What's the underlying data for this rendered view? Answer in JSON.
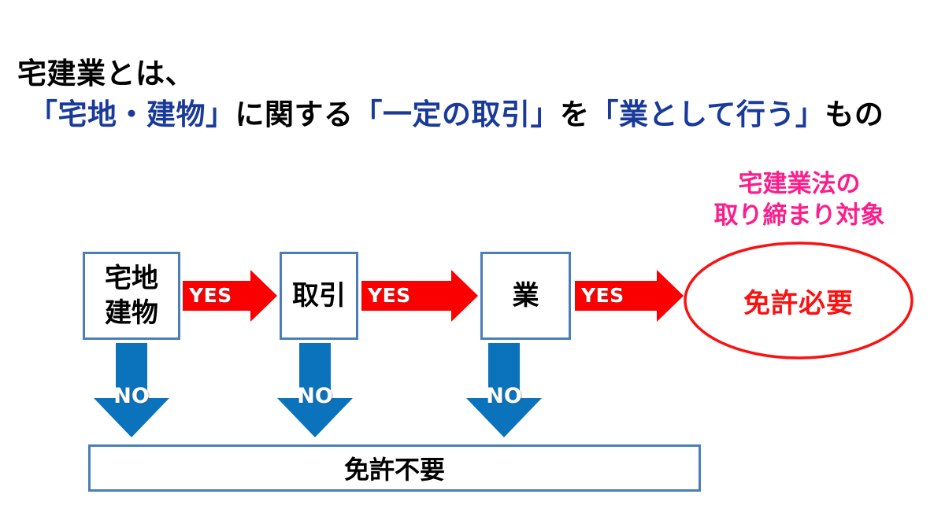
{
  "slide": {
    "background_color": "#ffffff",
    "title": {
      "line1_segments": [
        {
          "text": "宅建業とは、",
          "color": "#000000"
        }
      ],
      "line2_segments": [
        {
          "text": "「宅地・建物」",
          "color": "#1a3a99"
        },
        {
          "text": "に関する",
          "color": "#000000"
        },
        {
          "text": "「一定の取引」",
          "color": "#1a3a99"
        },
        {
          "text": "を",
          "color": "#000000"
        },
        {
          "text": "「業として行う」",
          "color": "#1a3a99"
        },
        {
          "text": "もの",
          "color": "#000000"
        }
      ],
      "line1_plain": "宅建業とは、",
      "line2_plain": "「宅地・建物」に関する「一定の取引」を「業として行う」もの"
    },
    "flow": {
      "decision_boxes": [
        {
          "id": "takuchi-tatemono",
          "label": "宅地\n建物",
          "border_color": "#4a7ebb"
        },
        {
          "id": "torihiki",
          "label": "取引",
          "border_color": "#4a7ebb"
        },
        {
          "id": "gyou",
          "label": "業",
          "border_color": "#4a7ebb"
        }
      ],
      "yes_arrows": [
        {
          "label": "YES",
          "color": "#fb0000"
        },
        {
          "label": "YES",
          "color": "#fb0000"
        },
        {
          "label": "YES",
          "color": "#fb0000"
        }
      ],
      "no_arrows": [
        {
          "label": "NO",
          "color": "#0b72bc"
        },
        {
          "label": "NO",
          "color": "#0b72bc"
        },
        {
          "label": "NO",
          "color": "#0b72bc"
        }
      ],
      "result_no": {
        "label": "免許不要",
        "border_color": "#4a7ebb"
      },
      "result_yes": {
        "label": "免許必要",
        "shape": "ellipse",
        "outline_color": "#f81212",
        "text_color": "#f81212"
      },
      "callout": {
        "text": "宅建業法の\n取り締まり対象",
        "color": "#fb1f8c"
      }
    }
  }
}
